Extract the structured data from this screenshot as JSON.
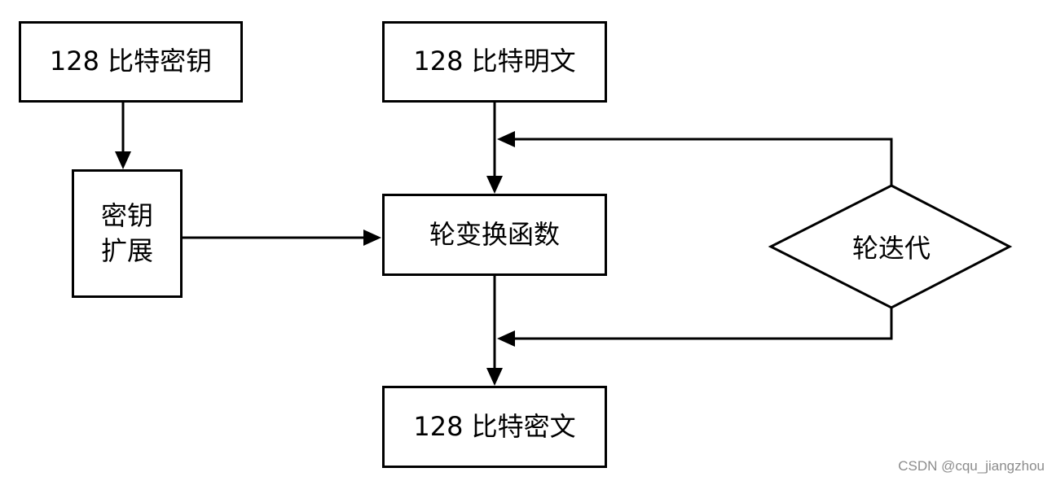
{
  "nodes": {
    "key": "128 比特密钥",
    "key_expansion_line1": "密钥",
    "key_expansion_line2": "扩展",
    "plaintext": "128 比特明文",
    "round_function": "轮变换函数",
    "round_iteration": "轮迭代",
    "ciphertext": "128 比特密文"
  },
  "watermark": "CSDN @cqu_jiangzhou"
}
